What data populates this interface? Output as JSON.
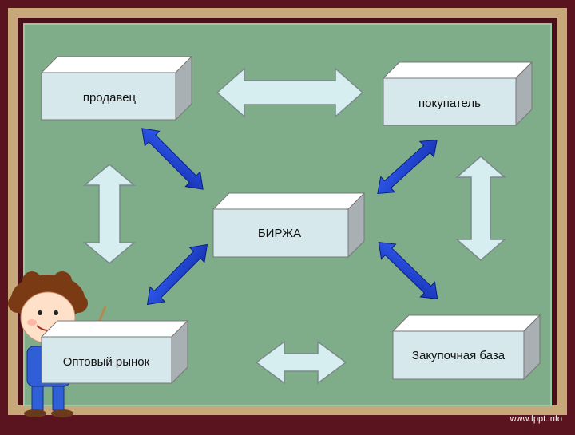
{
  "diagram": {
    "nodes": {
      "seller": "продавец",
      "buyer": "покупатель",
      "exchange": "БИРЖА",
      "wholesale": "Оптовый рынок",
      "procurement": "Закупочная база"
    }
  },
  "footer": {
    "watermark": "www.fppt.info"
  },
  "colors": {
    "frame_outer": "#5a1420",
    "frame_wood": "#c8a878",
    "board": "#7fad8a",
    "box_front": "#d6e8ec",
    "arrow_light": "#d6eef0",
    "arrow_blue": "#1f3fd6"
  }
}
